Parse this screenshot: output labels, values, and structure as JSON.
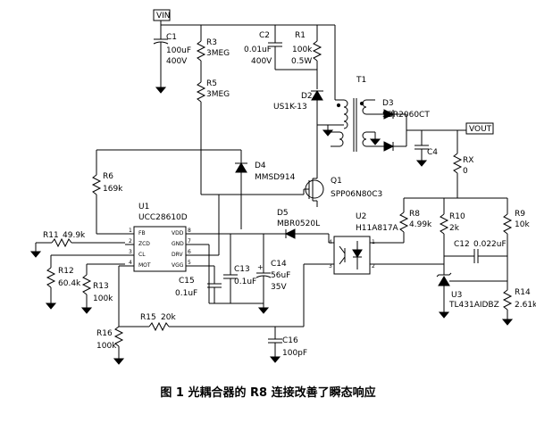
{
  "nets": {
    "vin": "VIN",
    "vout": "VOUT"
  },
  "components": {
    "c1": {
      "ref": "C1",
      "value": "100uF",
      "rating": "400V"
    },
    "r3": {
      "ref": "R3",
      "value": "3MEG"
    },
    "r5": {
      "ref": "R5",
      "value": "3MEG"
    },
    "c2": {
      "ref": "C2",
      "value": "0.01uF",
      "rating": "400V"
    },
    "r1": {
      "ref": "R1",
      "value": "100k",
      "rating": "0.5W"
    },
    "t1": {
      "ref": "T1"
    },
    "d2": {
      "ref": "D2",
      "part": "US1K-13"
    },
    "d3": {
      "ref": "D3",
      "part": "SBR2060CT"
    },
    "c4": {
      "ref": "C4"
    },
    "rx": {
      "ref": "RX",
      "value": "0"
    },
    "r6": {
      "ref": "R6",
      "value": "169k"
    },
    "d4": {
      "ref": "D4",
      "part": "MMSD914"
    },
    "q1": {
      "ref": "Q1",
      "part": "SPP06N80C3"
    },
    "u1": {
      "ref": "U1",
      "part": "UCC28610D",
      "pins_left": [
        "FB",
        "ZCD",
        "CL",
        "MOT"
      ],
      "pins_right": [
        "VDD",
        "GND",
        "DRV",
        "VGG"
      ],
      "pin_numbers_left": [
        "1",
        "2",
        "3",
        "4"
      ],
      "pin_numbers_right": [
        "8",
        "7",
        "6",
        "5"
      ]
    },
    "d5": {
      "ref": "D5",
      "part": "MBR0520L"
    },
    "u2": {
      "ref": "U2",
      "part": "H11A817A",
      "pins": [
        "4",
        "3",
        "1",
        "2"
      ]
    },
    "r8": {
      "ref": "R8",
      "value": "4.99k"
    },
    "r10": {
      "ref": "R10",
      "value": "2k"
    },
    "r9": {
      "ref": "R9",
      "value": "10k"
    },
    "r11": {
      "ref": "R11",
      "value": "49.9k"
    },
    "r12": {
      "ref": "R12",
      "value": "60.4k"
    },
    "r13": {
      "ref": "R13",
      "value": "100k"
    },
    "c13": {
      "ref": "C13",
      "value": "0.1uF"
    },
    "c14": {
      "ref": "C14",
      "value": "56uF",
      "rating": "35V"
    },
    "c15": {
      "ref": "C15",
      "value": "0.1uF"
    },
    "c12": {
      "ref": "C12",
      "value": "0.022uF"
    },
    "u3": {
      "ref": "U3",
      "part": "TL431AIDBZ"
    },
    "r14": {
      "ref": "R14",
      "value": "2.61k"
    },
    "r15": {
      "ref": "R15",
      "value": "20k"
    },
    "r16": {
      "ref": "R16",
      "value": "100k"
    },
    "c16": {
      "ref": "C16",
      "value": "100pF"
    }
  },
  "caption": "图 1 光耦合器的 R8 连接改善了瞬态响应"
}
